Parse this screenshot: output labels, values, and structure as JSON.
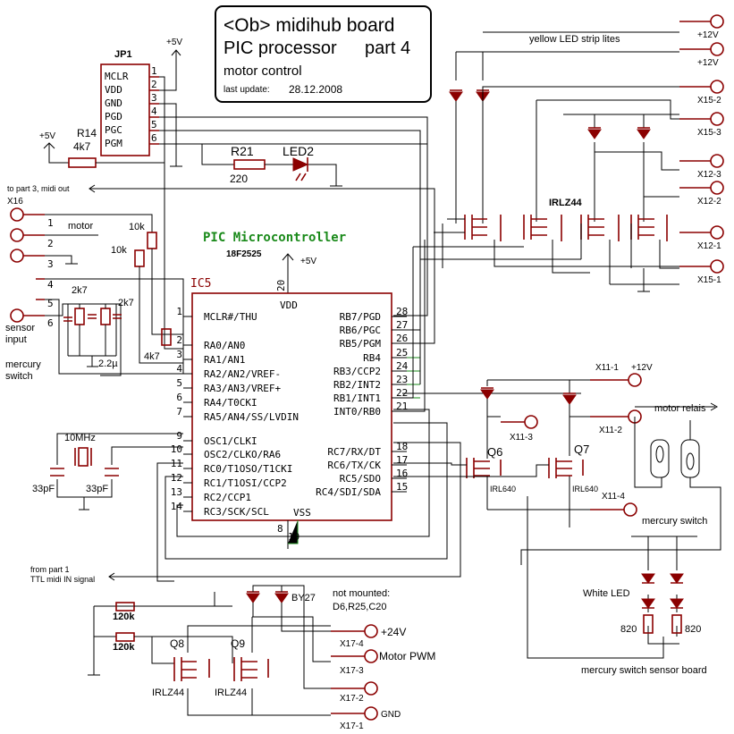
{
  "title": {
    "line1": "<Ob> midihub board",
    "line2a": "PIC processor",
    "line2b": "part 4",
    "line3": "motor control",
    "update_label": "last update:",
    "update_date": "28.12.2008"
  },
  "jp1": {
    "name": "JP1",
    "supply": "+5V",
    "pins": [
      "MCLR",
      "VDD",
      "GND",
      "PGD",
      "PGC",
      "PGM"
    ],
    "numbers": [
      "1",
      "2",
      "3",
      "4",
      "5",
      "6"
    ]
  },
  "r14": {
    "name": "R14",
    "value": "4k7",
    "supply": "+5V"
  },
  "r21": {
    "name": "R21",
    "value": "220"
  },
  "led2": {
    "name": "LED2"
  },
  "midi_out": "to part 3, midi out",
  "x16": {
    "name": "X16",
    "motor_label": "motor",
    "sensor_label1": "sensor",
    "sensor_label2": "input",
    "mercury_label1": "mercury",
    "mercury_label2": "switch",
    "pins": [
      "1",
      "2",
      "3",
      "4",
      "5",
      "6"
    ]
  },
  "resistors_left": {
    "r_10k_a": "10k",
    "r_10k_b": "10k",
    "r_2k7_a": "2k7",
    "r_2k7_b": "2k7",
    "r_4k7": "4k7",
    "cap": "2.2µ"
  },
  "mcu": {
    "heading": "PIC Microcontroller",
    "part": "18F2525",
    "ref": "IC5",
    "supply": "+5V",
    "vdd": "VDD",
    "vss": "VSS",
    "vdd_pin": "20",
    "vss_pins": [
      "8",
      "19"
    ],
    "left_pins": [
      {
        "num": "1",
        "label": "MCLR#/THU"
      },
      {
        "num": "2",
        "label": "RA0/AN0"
      },
      {
        "num": "3",
        "label": "RA1/AN1"
      },
      {
        "num": "4",
        "label": "RA2/AN2/VREF-"
      },
      {
        "num": "5",
        "label": "RA3/AN3/VREF+"
      },
      {
        "num": "6",
        "label": "RA4/T0CKI"
      },
      {
        "num": "7",
        "label": "RA5/AN4/SS/LVDIN"
      },
      {
        "num": "9",
        "label": "OSC1/CLKI"
      },
      {
        "num": "10",
        "label": "OSC2/CLKO/RA6"
      },
      {
        "num": "11",
        "label": "RC0/T1OSO/T1CKI"
      },
      {
        "num": "12",
        "label": "RC1/T1OSI/CCP2"
      },
      {
        "num": "13",
        "label": "RC2/CCP1"
      },
      {
        "num": "14",
        "label": "RC3/SCK/SCL"
      }
    ],
    "right_pins": [
      {
        "num": "28",
        "label": "RB7/PGD"
      },
      {
        "num": "27",
        "label": "RB6/PGC"
      },
      {
        "num": "26",
        "label": "RB5/PGM"
      },
      {
        "num": "25",
        "label": "RB4"
      },
      {
        "num": "24",
        "label": "RB3/CCP2"
      },
      {
        "num": "23",
        "label": "RB2/INT2"
      },
      {
        "num": "22",
        "label": "RB1/INT1"
      },
      {
        "num": "21",
        "label": "INT0/RB0"
      },
      {
        "num": "18",
        "label": "RC7/RX/DT"
      },
      {
        "num": "17",
        "label": "RC6/TX/CK"
      },
      {
        "num": "16",
        "label": "RC5/SDO"
      },
      {
        "num": "15",
        "label": "RC4/SDI/SDA"
      }
    ]
  },
  "crystal": {
    "freq": "10MHz",
    "cap_a": "33pF",
    "cap_b": "33pF"
  },
  "led_strip": {
    "label": "yellow LED strip lites",
    "mosfet": "IRLZ44",
    "connectors": [
      "+12V",
      "+12V",
      "X15-2",
      "X15-3",
      "X12-3",
      "X12-2",
      "X12-1",
      "X15-1"
    ]
  },
  "relay": {
    "x11_1": "X11-1",
    "v12": "+12V",
    "x11_2": "X11-2",
    "x11_3": "X11-3",
    "x11_4": "X11-4",
    "q6": "Q6",
    "q7": "Q7",
    "irl_a": "IRL640",
    "irl_b": "IRL640",
    "motor_relais": "motor relais",
    "mercury_switch": "mercury switch"
  },
  "sensor_board": {
    "white_led": "White LED",
    "r_a": "820",
    "r_b": "820",
    "title": "mercury switch sensor board"
  },
  "midi_in": {
    "line1": "from part 1",
    "line2": "TTL midi IN signal"
  },
  "motor_driver": {
    "r_a": "120k",
    "r_b": "120k",
    "q8": "Q8",
    "q9": "Q9",
    "irl_a": "IRLZ44",
    "irl_b": "IRLZ44",
    "diode": "BY27",
    "note1": "not mounted:",
    "note2": "D6,R25,C20",
    "x17_4": "X17-4",
    "x17_3": "X17-3",
    "x17_2": "X17-2",
    "x17_1": "X17-1",
    "v24": "+24V",
    "pwm": "Motor PWM",
    "gnd": "GND"
  },
  "colors": {
    "component": "#8b0000",
    "heading": "#1a8a1a",
    "wire": "#000000"
  }
}
